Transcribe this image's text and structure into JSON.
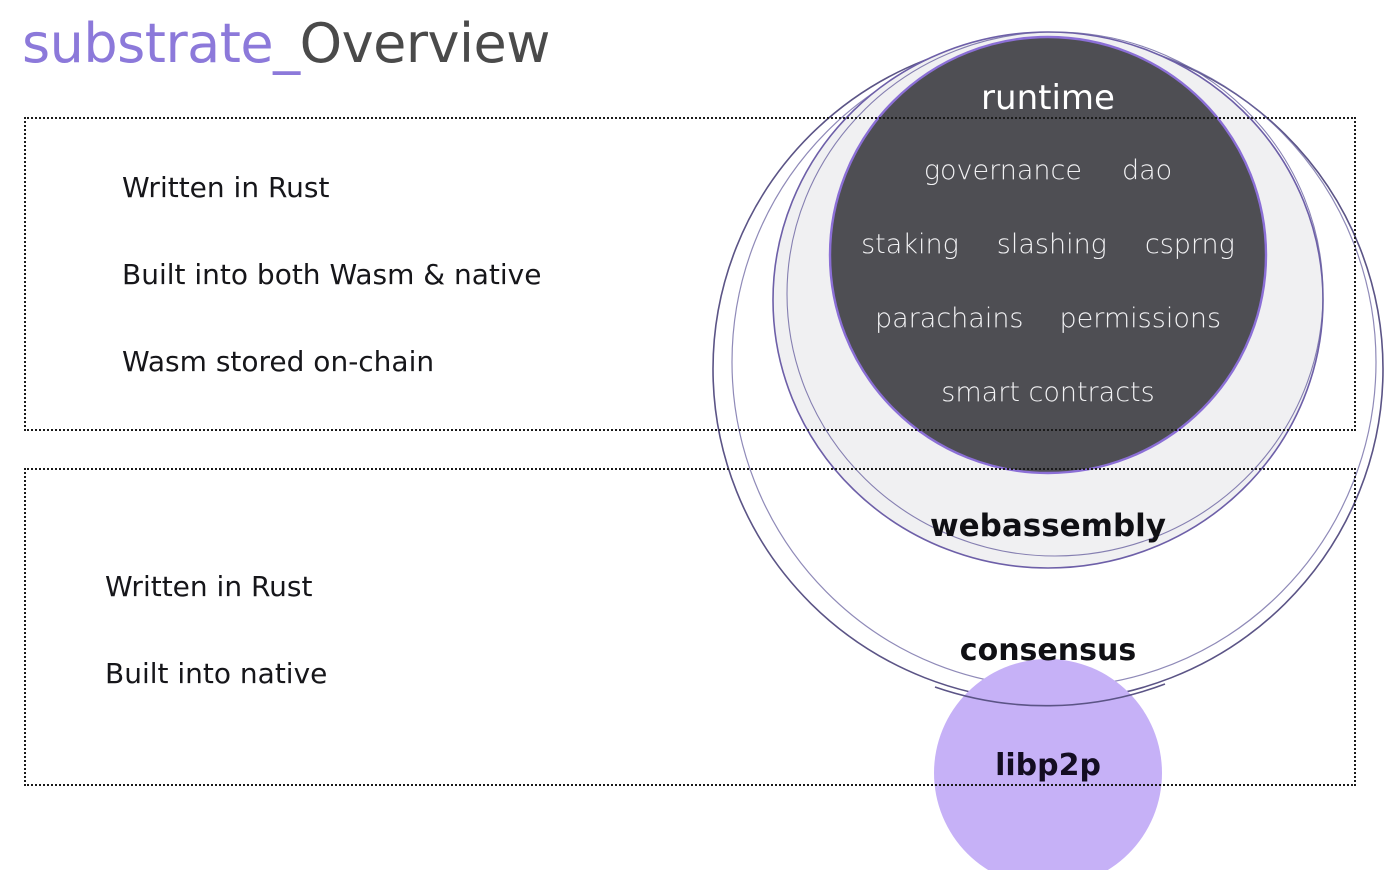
{
  "title": {
    "brand": "substrate_",
    "section": "Overview",
    "brand_color": "#8c79da",
    "section_color": "#4a4a4a"
  },
  "panels": [
    {
      "name": "built-panel",
      "lines": [
        "Written in Rust",
        "Built into both Wasm & native",
        "Wasm stored on-chain"
      ]
    },
    {
      "name": "native-panel",
      "lines": [
        "Written in Rust",
        "Built into native"
      ]
    }
  ],
  "diagram": {
    "layers": [
      {
        "id": "consensus",
        "label": "consensus",
        "fill": "#ffffff",
        "stroke": "#5b5486"
      },
      {
        "id": "webassembly",
        "label": "webassembly",
        "fill": "#f0f0f2",
        "stroke": "#6d5fa8"
      },
      {
        "id": "runtime",
        "label": "runtime",
        "fill": "#4e4e53",
        "stroke": "#8b6fd6"
      },
      {
        "id": "libp2p",
        "label": "libp2p",
        "fill": "#c6b1f7",
        "stroke": "#c6b1f7"
      }
    ],
    "runtime_features": [
      [
        "governance",
        "dao"
      ],
      [
        "staking",
        "slashing",
        "csprng"
      ],
      [
        "parachains",
        "permissions"
      ],
      [
        "smart contracts"
      ]
    ]
  }
}
